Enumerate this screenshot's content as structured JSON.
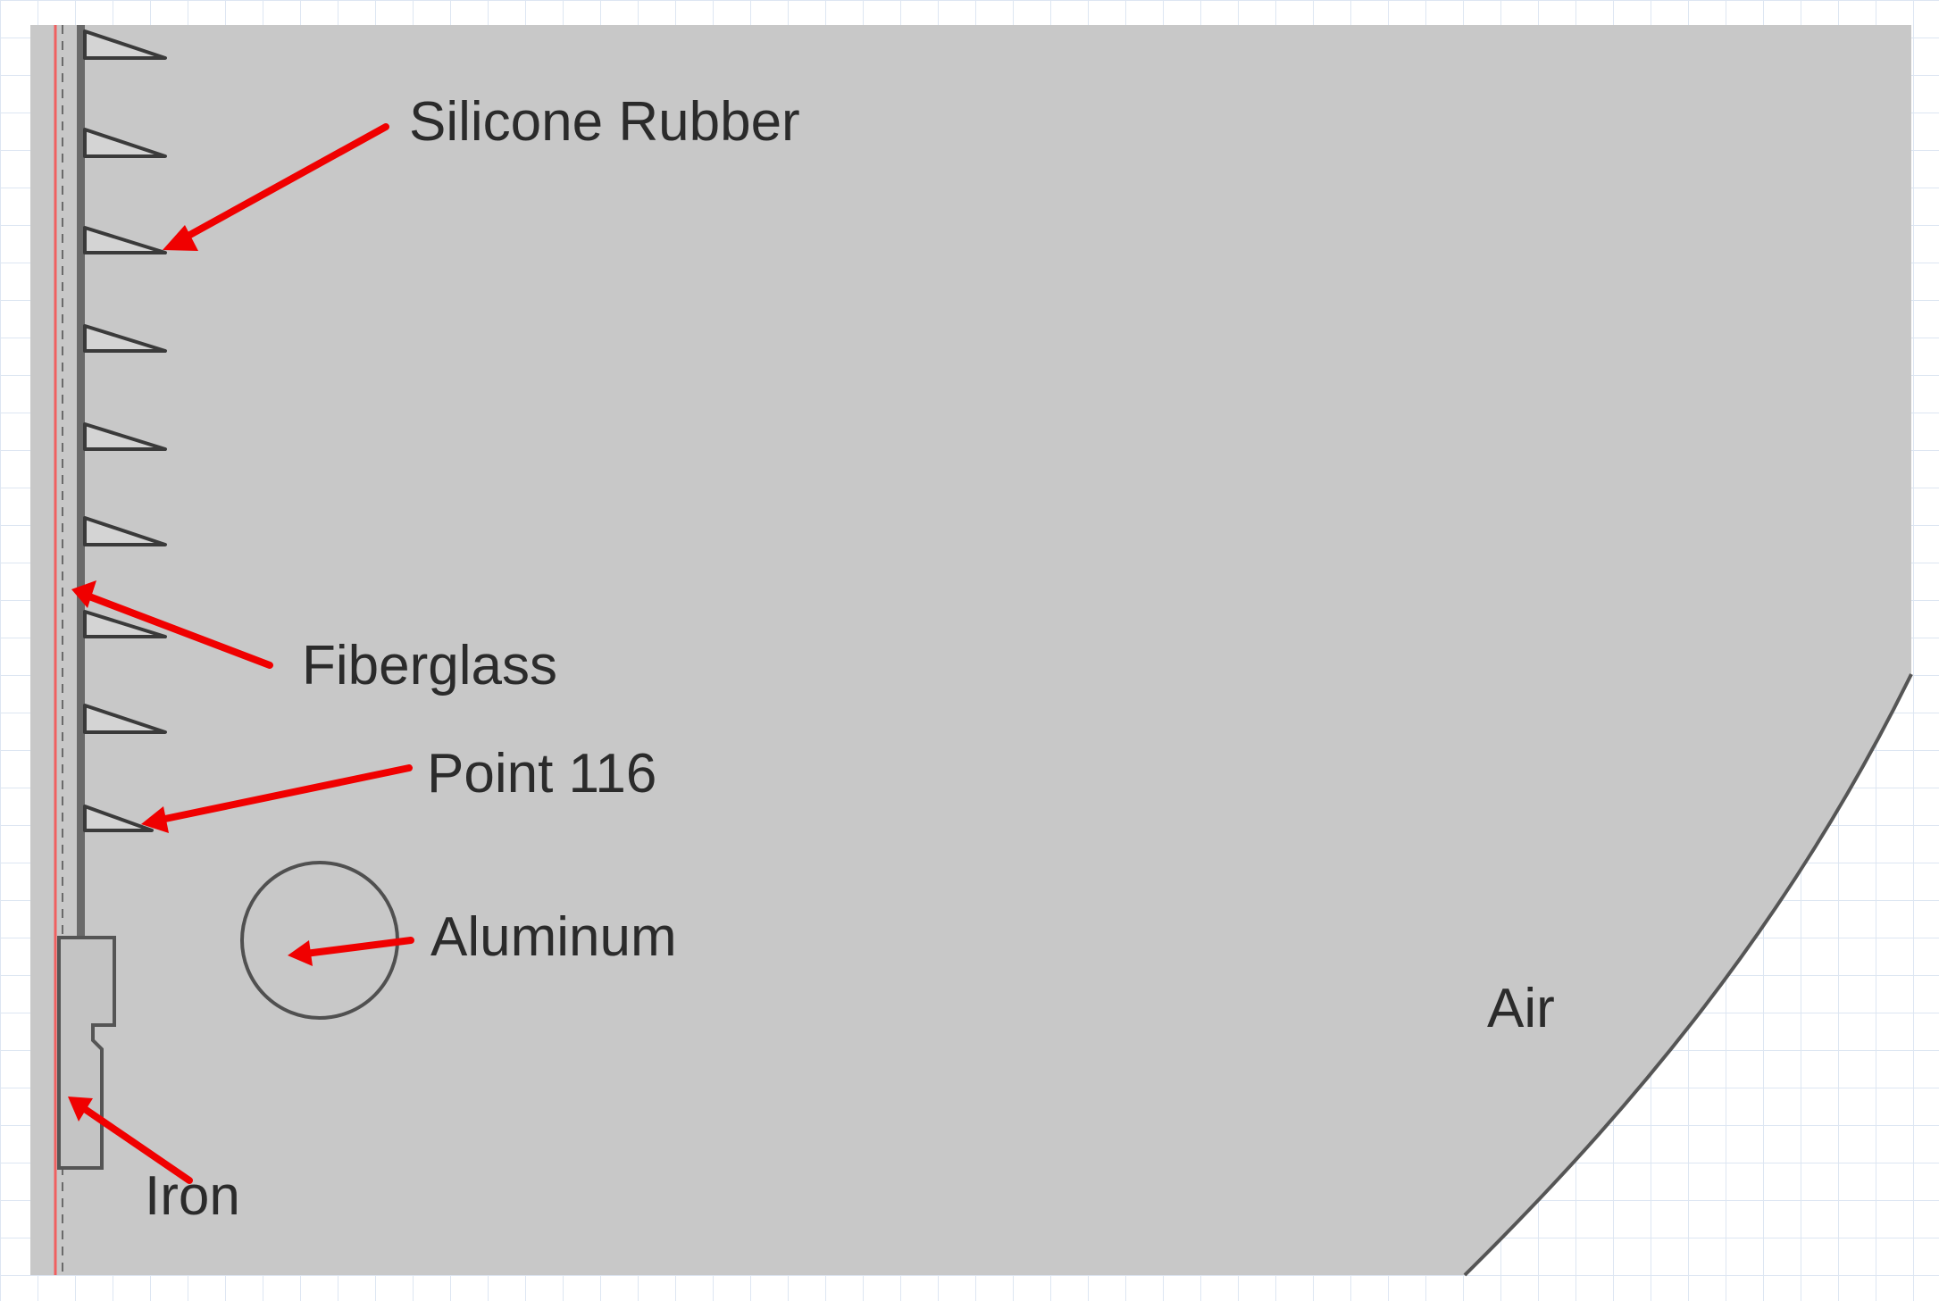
{
  "labels": {
    "silicone_rubber": "Silicone Rubber",
    "fiberglass": "Fiberglass",
    "point_116": "Point 116",
    "aluminum": "Aluminum",
    "air": "Air",
    "iron": "Iron"
  },
  "colors": {
    "domain_fill": "#c8c8c8",
    "background": "#ffffff",
    "grid_line": "#dde6f2",
    "outline": "#555555",
    "arrow": "#f00000",
    "axis_line": "#f06060"
  }
}
